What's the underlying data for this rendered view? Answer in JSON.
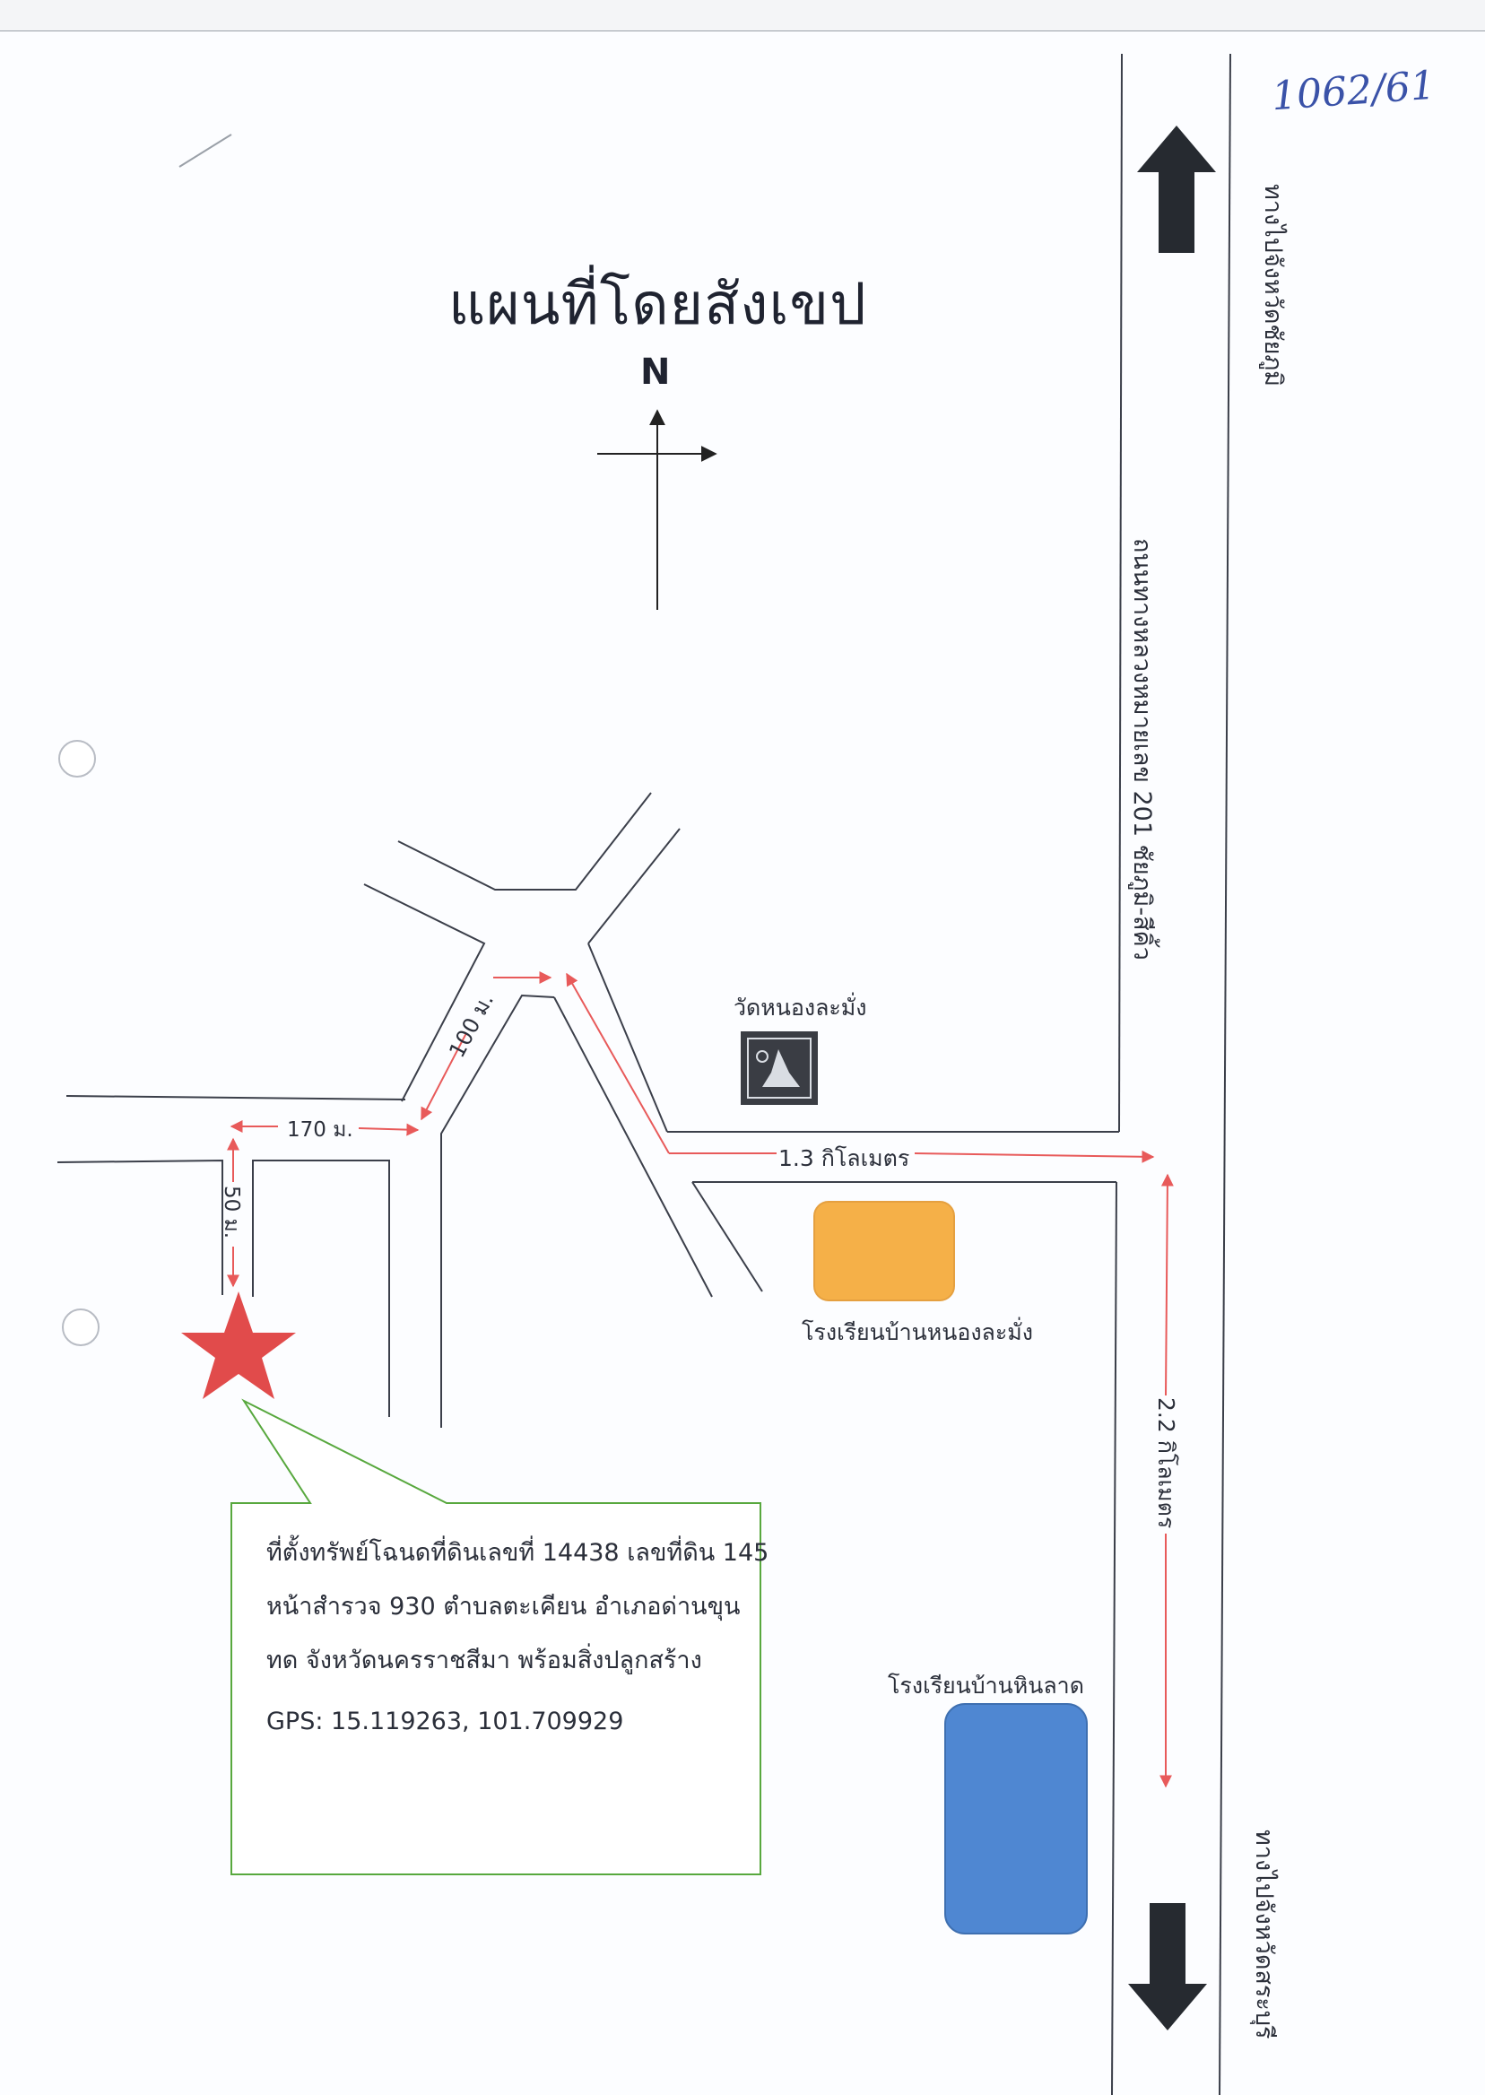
{
  "title": "แผนที่โดยสังเขป",
  "north_label": "N",
  "annotation": "1062/61",
  "road": {
    "name": "ถนนทางหลวงหมายเลข 201 ชัยภูมิ-สีคิ้ว",
    "to_north": "ทางไปจังหวัดชัยภูมิ",
    "to_south": "ทางไปจังหวัดสระบุรี"
  },
  "distances": {
    "d1": "1.3 กิโลเมตร",
    "d2": "2.2 กิโลเมตร",
    "d3": "100 ม.",
    "d4": "170 ม.",
    "d5": "50 ม."
  },
  "landmarks": {
    "temple": "วัดหนองละมั่ง",
    "school1": "โรงเรียนบ้านหนองละมั่ง",
    "school2": "โรงเรียนบ้านหินลาด"
  },
  "colors": {
    "school1": "#f5b048",
    "school2": "#4f87d2",
    "marker": "#e14b4b",
    "callout_border": "#58a83e",
    "distance_arrow": "#e85a5a"
  },
  "property": {
    "line1": "ที่ตั้งทรัพย์โฉนดที่ดินเลขที่ 14438 เลขที่ดิน 145",
    "line2": "หน้าสำรวจ 930 ตำบลตะเคียน อำเภอด่านขุน",
    "line3": "ทด จังหวัดนครราชสีมา พร้อมสิ่งปลูกสร้าง",
    "gps": "GPS: 15.119263, 101.709929"
  },
  "icons": {
    "temple_icon": "temple-icon",
    "marker_icon": "star-icon"
  }
}
